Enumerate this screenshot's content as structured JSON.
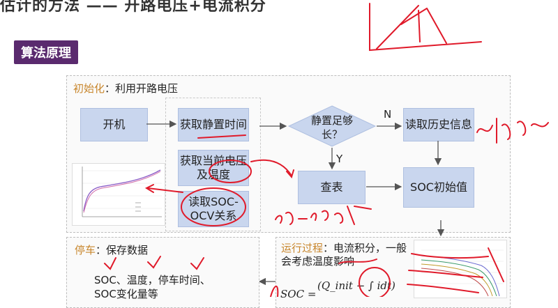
{
  "header": {
    "title": "估计的方法 —— 开路电压+电流积分",
    "section_badge": "算法原理"
  },
  "init": {
    "title_lead": "初始化",
    "title_rest": "：利用开路电压",
    "boxes": {
      "power_on": "开机",
      "get_rest_time": "获取静置时间",
      "get_volt_temp": "获取当前电压及温度",
      "read_soc_ocv": "读取SOC-OCV关系",
      "lookup": "查表",
      "read_history": "读取历史信息",
      "soc_init": "SOC初始值"
    },
    "decision": {
      "label": "静置足够长？",
      "no": "N",
      "yes": "Y"
    }
  },
  "park": {
    "title_lead": "停车",
    "title_rest": "：保存数据",
    "text": "SOC、温度，停车时间、SOC变化量等"
  },
  "run": {
    "title_lead": "运行过程",
    "title_rest": "：电流积分，一般会考虑温度影响",
    "formula_lhs": "SOC =",
    "formula_num": "(Q_init − ∫ idt)"
  },
  "colors": {
    "badge": "#5a2a6e",
    "box": "#c9d6ee",
    "lead": "#c8862c",
    "ink": "#e01a2a"
  }
}
